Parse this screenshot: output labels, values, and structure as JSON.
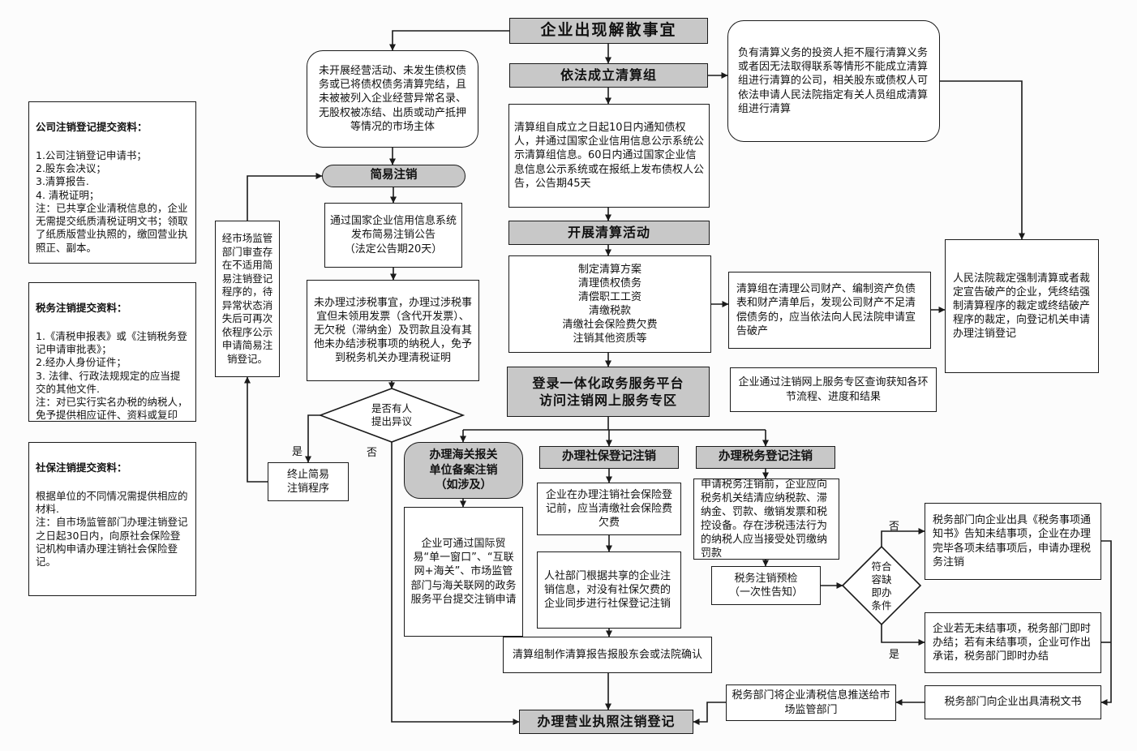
{
  "colors": {
    "node_gray_fill": "#c8c8c8",
    "node_border": "#1a1a1a",
    "background": "#fcfcfc",
    "text": "#111111"
  },
  "nodes": {
    "dissolution": {
      "text": "企业出现解散事宜"
    },
    "liq_group": {
      "text": "依法成立清算组"
    },
    "investor_refuse": {
      "text": "负有清算义务的投资人拒不履行清算义务或者因无法取得联系等情形不能成立清算组进行清算的公司，相关股东或债权人可依法申请人民法院指定有关人员组成清算组进行清算"
    },
    "no_business": {
      "text": "未开展经营活动、未发生债权债务或已将债权债务清算完结，且未被被列入企业经营异常名录、无股权被冻结、出质或动产抵押等情况的市场主体"
    },
    "notify_creditors": {
      "text": "清算组自成立之日起10日内通知债权人，并通过国家企业信用信息公示系统公示清算组信息。60日内通过国家企业信息信息公示系统或在报纸上发布债权人公告，公告期45天"
    },
    "simple_dereg": {
      "text": "简易注销"
    },
    "simple_announce": {
      "text": "通过国家企业信用信息系统发布简易注销公告\n（法定公告期20天）"
    },
    "market_review": {
      "text": "经市场监管部门审查存在不适用简易注销登记程序的，待异常状态消失后可再次依程序公示申请简易注销登记。"
    },
    "no_tax_matters": {
      "text": "未办理过涉税事宜，办理过涉税事宜但未领用发票（含代开发票）、无欠税（滞纳金）及罚款且没有其他未办结涉税事项的纳税人，免予到税务机关办理清税证明"
    },
    "liq_activities": {
      "text": "开展清算活动"
    },
    "liq_tasks": {
      "text": "制定清算方案\n清理债权债务\n清偿职工工资\n清缴税款\n清缴社会保险费欠费\n注销其他资质等"
    },
    "bankruptcy": {
      "text": "清算组在清理公司财产、编制资产负债表和财产清单后，发现公司财产不足清偿债务的，应当依法向人民法院申请宣告破产"
    },
    "court_ruling": {
      "text": "人民法院裁定强制清算或者裁定宣告破产的企业，凭终结强制清算程序的裁定或终结破产程序的裁定，向登记机关申请办理注销登记"
    },
    "platform": {
      "text": "登录一体化政务服务平台\n访问注销网上服务专区"
    },
    "query_progress": {
      "text": "企业通过注销网上服务专区查询获知各环节流程、进度和结果"
    },
    "terminate_simple": {
      "text": "终止简易\n注销程序"
    },
    "customs_dereg": {
      "text": "办理海关报关\n单位备案注销\n（如涉及）"
    },
    "social_dereg": {
      "text": "办理社保登记注销"
    },
    "tax_dereg": {
      "text": "办理税务登记注销"
    },
    "customs_detail": {
      "text": "企业可通过国际贸易“单一窗口”、“互联网+海关”、市场监管部门与海关联网的政务服务平台提交注销申请"
    },
    "social_clear": {
      "text": "企业在办理注销社会保险登记前，应当清缴社会保险费欠费"
    },
    "social_sync": {
      "text": "人社部门根据共享的企业注销信息，对没有社保欠费的企业同步进行社保登记注销"
    },
    "tax_clear": {
      "text": "申请税务注销前，企业应向税务机关结清应纳税款、滞纳金、罚款、缴销发票和税控设备。存在涉税违法行为的纳税人应当接受处罚缴纳罚款"
    },
    "tax_precheck": {
      "text": "税务注销预检\n（一次性告知）"
    },
    "tax_notice": {
      "text": "税务部门向企业出具《税务事项通知书》告知未结事项，企业在办理完毕各项未结事项后，申请办理税务注销"
    },
    "tax_immediate": {
      "text": "企业若无未结事项，税务部门即时办结；若有未结事项，企业可作出承诺，税务部门即时办结"
    },
    "tax_document": {
      "text": "税务部门向企业出具清税文书"
    },
    "liq_report": {
      "text": "清算组制作清算报告报股东会或法院确认"
    },
    "tax_push": {
      "text": "税务部门将企业清税信息推送给市场监管部门"
    },
    "license_dereg": {
      "text": "办理营业执照注销登记"
    }
  },
  "decisions": {
    "objection": {
      "text": "是否有人\n提出异议"
    },
    "conditions": {
      "text": "符合\n容缺\n即办\n条件"
    }
  },
  "panels": {
    "company": {
      "title": "公司注销登记提交资料：",
      "body": "1.公司注销登记申请书；\n2.股东会决议；\n3.清算报告.\n4. 清税证明；\n注：已共享企业清税信息的，企业无需提交纸质清税证明文书；领取了纸质版营业执照的，缴回营业执照正、副本。"
    },
    "tax": {
      "title": "税务注销提交资料：",
      "body": "1.《清税申报表》或《注销税务登记申请审批表》；\n2.经办人身份证件；\n3. 法律、行政法规规定的应当提交的其他文件.\n注：对已实行实名办税的纳税人，免予提供相应证件、资料或复印件。"
    },
    "social": {
      "title": "社保注销提交资料：",
      "body": "根据单位的不同情况需提供相应的材料.\n注：自市场监管部门办理注销登记之日起30日内，向原社会保险登记机构申请办理注销社会保险登记。"
    }
  },
  "edge_labels": {
    "yes1": "是",
    "no1": "否",
    "no2": "否",
    "yes2": "是"
  }
}
